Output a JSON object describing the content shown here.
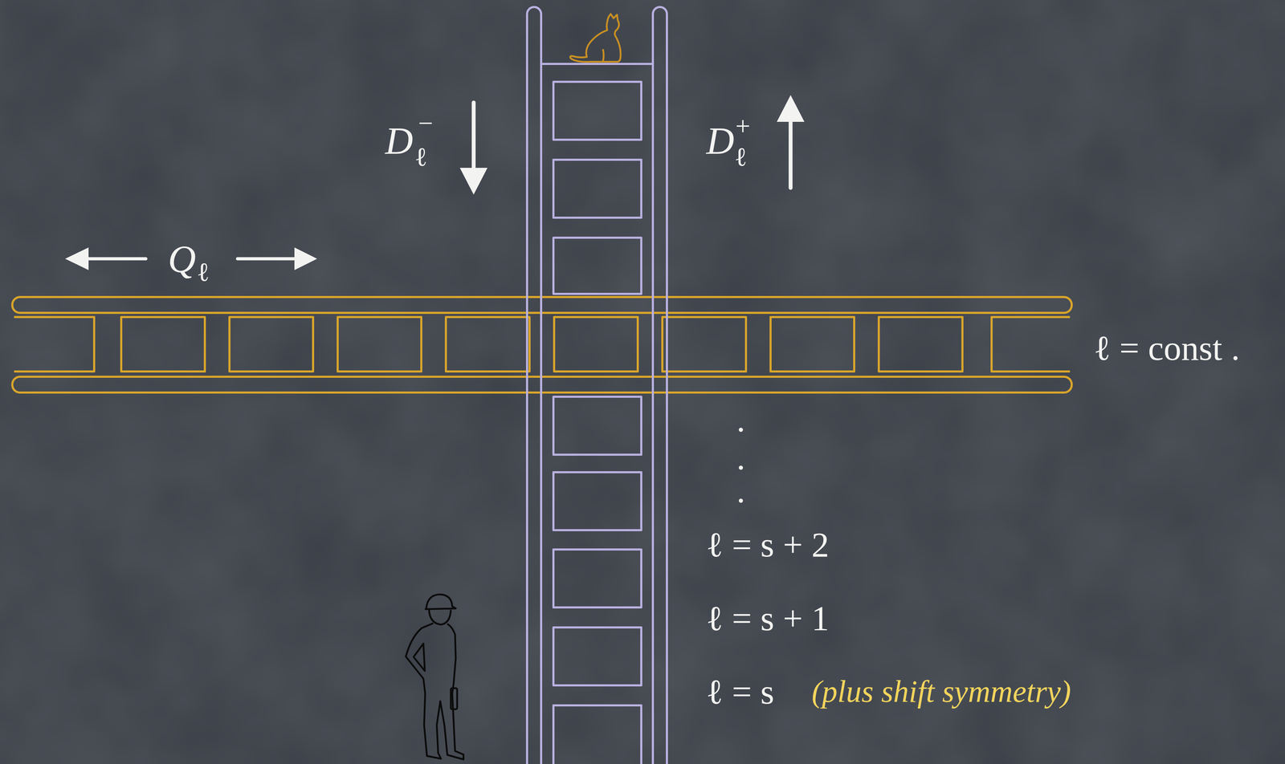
{
  "diagram": {
    "labels": [
      "D",
      "−",
      "ℓ",
      "D",
      "+",
      "ℓ",
      "Q",
      "ℓ",
      "ℓ = const .",
      ".",
      ".",
      ".",
      "ℓ = s + 2",
      "ℓ = s + 1",
      "ℓ = s",
      "(plus shift symmetry)"
    ]
  }
}
